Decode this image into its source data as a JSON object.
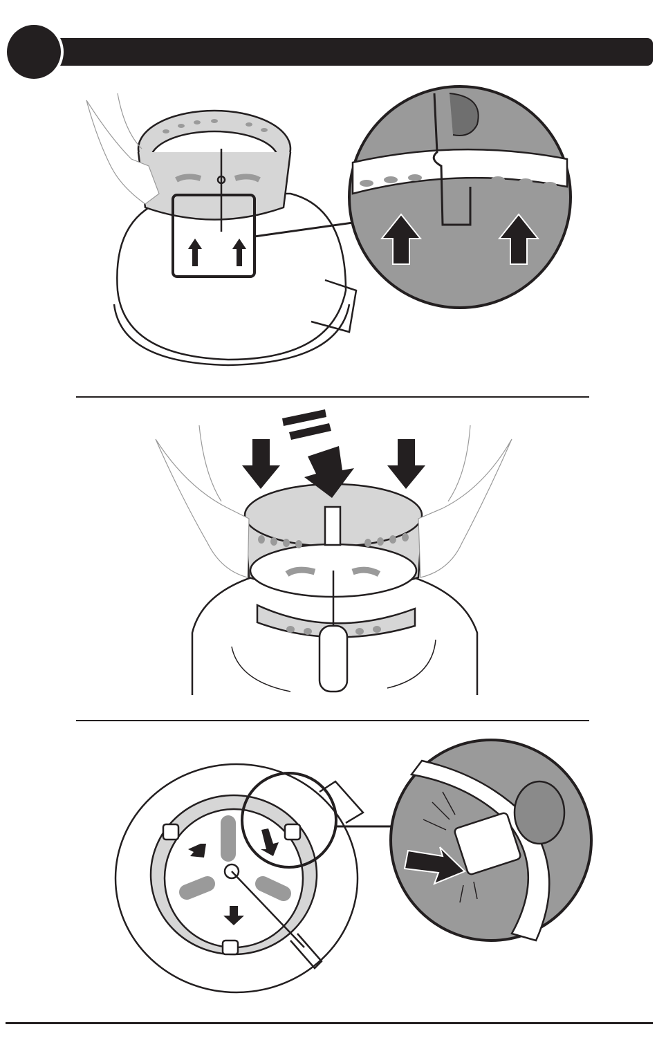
{
  "header": {
    "step_number": ""
  },
  "colors": {
    "ink": "#231f20",
    "metal": "#d6d6d6",
    "shadow": "#9a9a9a",
    "paper": "#ffffff"
  },
  "figures": [
    {
      "id": "fig-1",
      "icons": [
        "hand-icon",
        "arrow-up-icon",
        "zoom-circle-icon"
      ]
    },
    {
      "id": "fig-2",
      "icons": [
        "hand-icon",
        "arrow-down-icon"
      ]
    },
    {
      "id": "fig-3",
      "icons": [
        "arrow-curved-icon",
        "arrow-down-icon",
        "zoom-circle-icon",
        "click-arrow-icon"
      ]
    }
  ]
}
